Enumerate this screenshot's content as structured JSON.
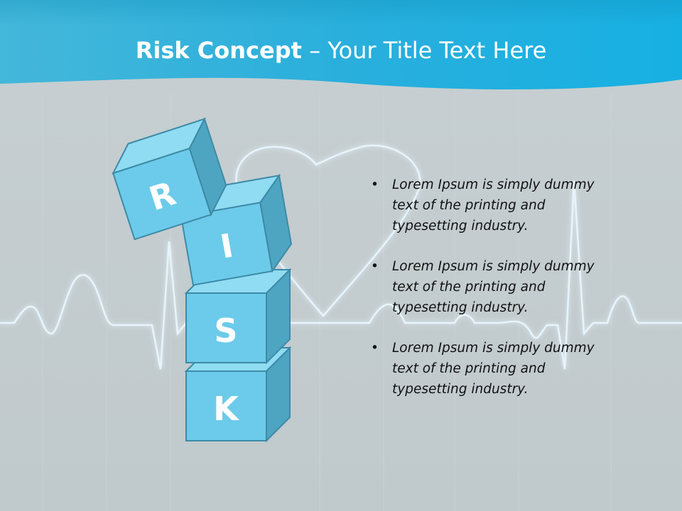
{
  "title": {
    "bold": "Risk Concept",
    "rest": " – Your Title Text Here"
  },
  "blocks": [
    "R",
    "I",
    "S",
    "K"
  ],
  "bullets": [
    "Lorem Ipsum is simply dummy text of the printing and typesetting industry.",
    "Lorem Ipsum is simply dummy text of the printing and typesetting industry.",
    "Lorem Ipsum is simply dummy text of the printing and typesetting industry."
  ],
  "colors": {
    "header_blue": "#1fb3e0",
    "block_front": "#6ccbea",
    "block_top": "#8fdcf3",
    "block_side": "#4ea5c2",
    "block_edge": "#3d8aa6",
    "ecg_line": "#e9f7ff"
  }
}
